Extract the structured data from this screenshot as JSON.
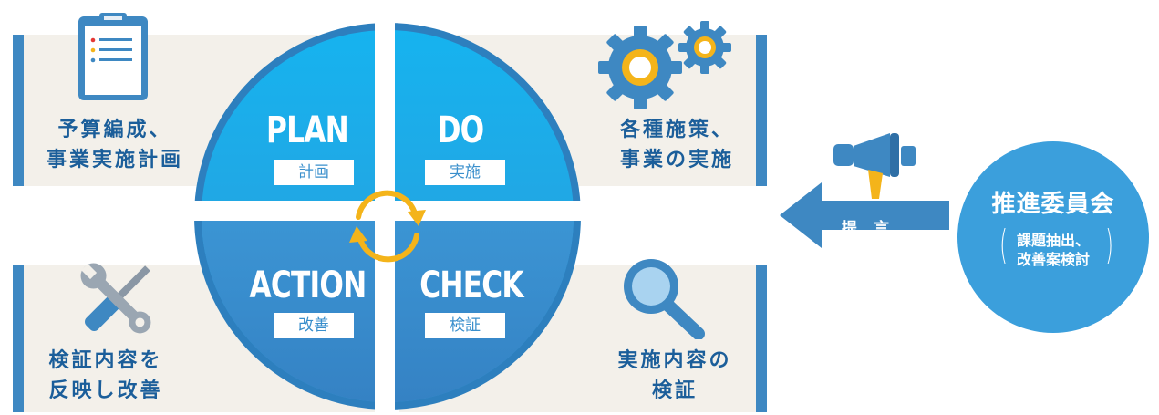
{
  "cycle": {
    "plan": {
      "title": "PLAN",
      "label": "計画"
    },
    "do": {
      "title": "DO",
      "label": "実施"
    },
    "action": {
      "title": "ACTION",
      "label": "改善"
    },
    "check": {
      "title": "CHECK",
      "label": "検証"
    }
  },
  "panels": {
    "plan": {
      "lines": [
        "予算編成、",
        "事業実施計画"
      ],
      "icon": "clipboard-icon"
    },
    "do": {
      "lines": [
        "各種施策、",
        "事業の実施"
      ],
      "icon": "gears-icon"
    },
    "action": {
      "lines": [
        "検証内容を",
        "反映し改善"
      ],
      "icon": "tools-icon"
    },
    "check": {
      "lines": [
        "実施内容の",
        "検証"
      ],
      "icon": "magnifier-icon"
    }
  },
  "proposal": {
    "label": "提言",
    "icon": "megaphone-icon"
  },
  "committee": {
    "title": "推進委員会",
    "sub_lines": [
      "課題抽出、",
      "改善案検討"
    ]
  },
  "colors": {
    "primary": "#3e88c2",
    "circle_top": "#1fb0ec",
    "circle_bottom": "#3b8fd0",
    "panel_bg": "#f3f0ea",
    "text_blue": "#1b5e9a",
    "cycle_arrow": "#f4b41a"
  }
}
